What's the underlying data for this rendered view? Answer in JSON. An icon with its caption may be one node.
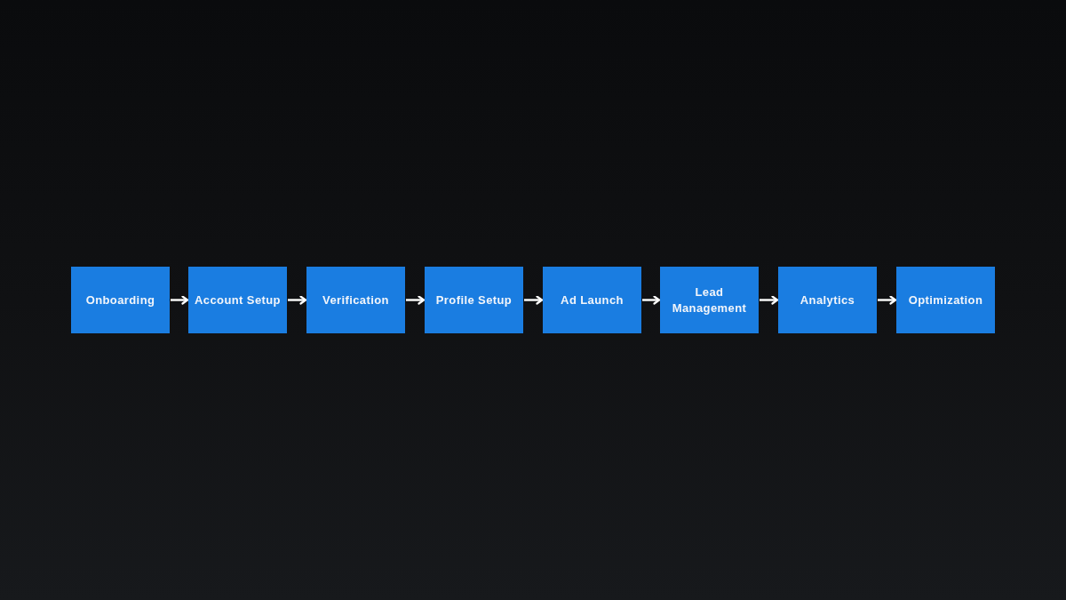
{
  "diagram": {
    "nodes": [
      {
        "text": [
          "Onboarding"
        ]
      },
      {
        "text": [
          "Account Setup"
        ]
      },
      {
        "text": [
          "Verification"
        ]
      },
      {
        "text": [
          "Profile Setup"
        ]
      },
      {
        "text": [
          "Ad Launch"
        ]
      },
      {
        "text": [
          "Lead Management"
        ]
      },
      {
        "text": [
          "Analytics"
        ]
      },
      {
        "text": [
          "Optimization"
        ]
      }
    ],
    "edges": [
      {
        "from": 0,
        "to": 1,
        "arrow": "to"
      },
      {
        "from": 1,
        "to": 2,
        "arrow": "to"
      },
      {
        "from": 2,
        "to": 3,
        "arrow": "to"
      },
      {
        "from": 3,
        "to": 4,
        "arrow": "to"
      },
      {
        "from": 4,
        "to": 5,
        "arrow": "to"
      },
      {
        "from": 5,
        "to": 6,
        "arrow": "to"
      },
      {
        "from": 6,
        "to": 7,
        "arrow": "to"
      }
    ]
  }
}
